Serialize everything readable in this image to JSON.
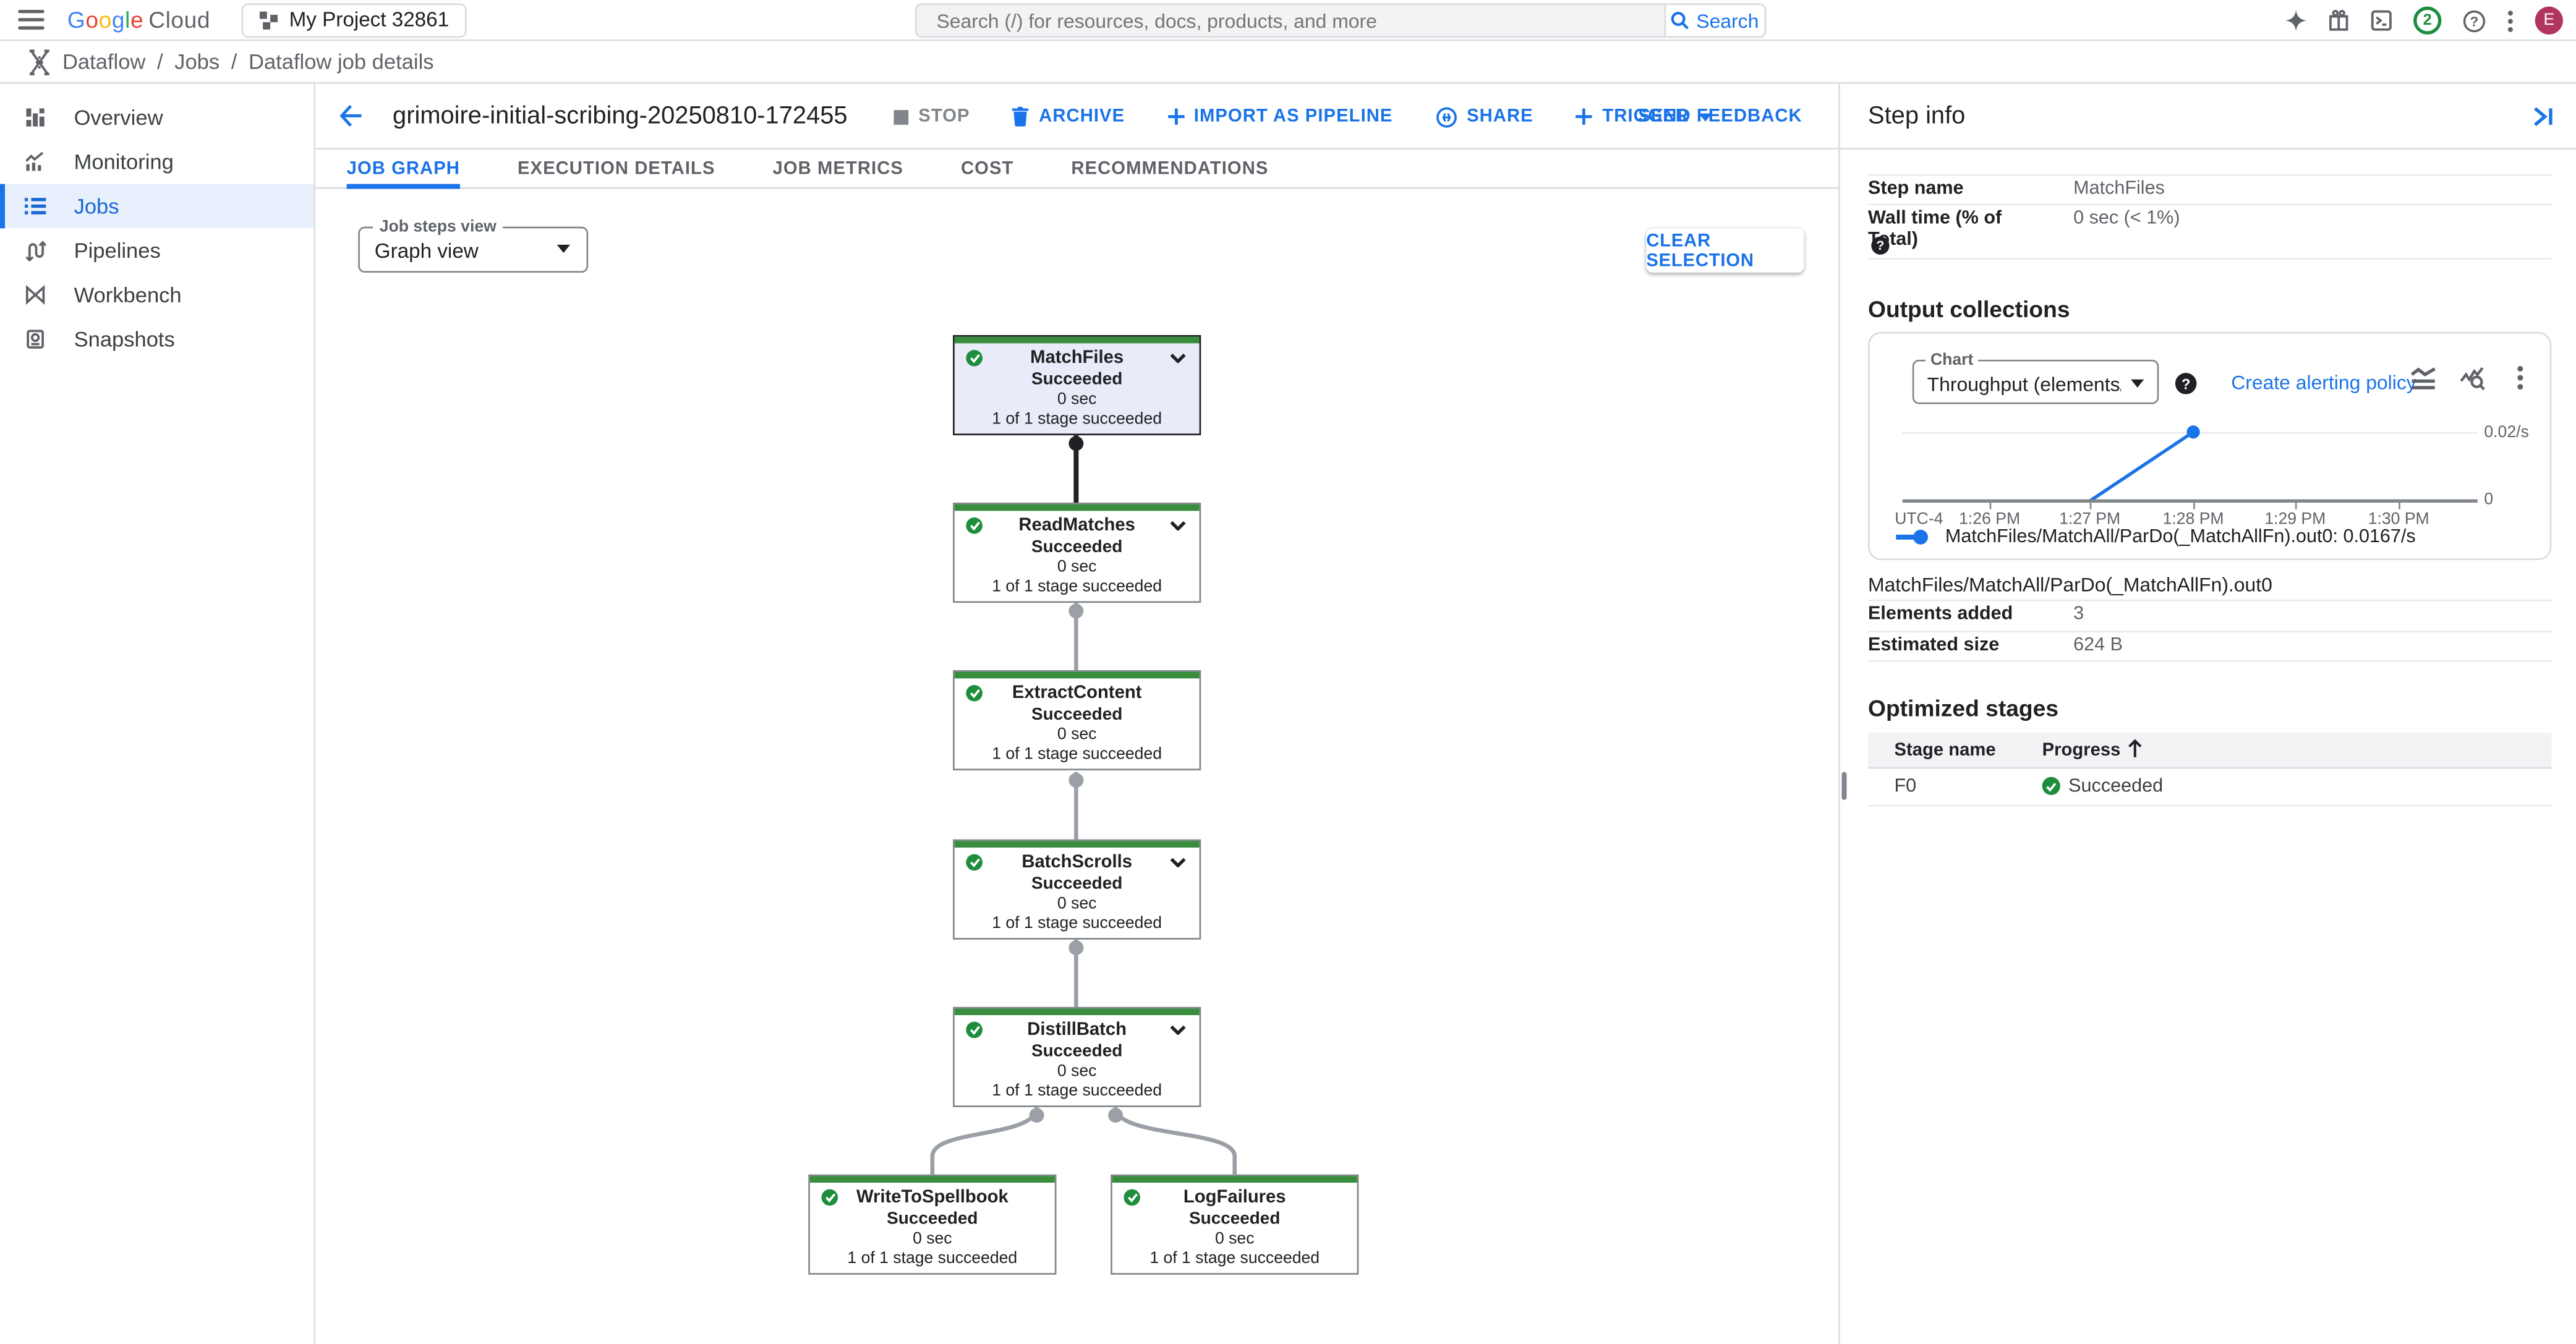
{
  "topbar": {
    "logo_google": "Google",
    "logo_cloud": "Cloud",
    "project_name": "My Project 32861",
    "search_placeholder": "Search (/) for resources, docs, products, and more",
    "search_button": "Search",
    "notification_count": "2",
    "avatar_initial": "E"
  },
  "breadcrumb": {
    "items": [
      "Dataflow",
      "Jobs",
      "Dataflow job details"
    ],
    "separator": "/"
  },
  "sidebar": {
    "items": [
      {
        "label": "Overview"
      },
      {
        "label": "Monitoring"
      },
      {
        "label": "Jobs"
      },
      {
        "label": "Pipelines"
      },
      {
        "label": "Workbench"
      },
      {
        "label": "Snapshots"
      }
    ]
  },
  "job_header": {
    "title": "grimoire-initial-scribing-20250810-172455",
    "actions": {
      "stop": "STOP",
      "archive": "ARCHIVE",
      "import_as_pipeline": "IMPORT AS PIPELINE",
      "share": "SHARE",
      "trigger": "TRIGGER",
      "send_feedback": "SEND FEEDBACK"
    }
  },
  "tabs": [
    {
      "label": "JOB GRAPH"
    },
    {
      "label": "EXECUTION DETAILS"
    },
    {
      "label": "JOB METRICS"
    },
    {
      "label": "COST"
    },
    {
      "label": "RECOMMENDATIONS"
    }
  ],
  "graph": {
    "steps_view_label": "Job steps view",
    "steps_view_value": "Graph view",
    "clear_selection": "CLEAR SELECTION",
    "nodes": [
      {
        "name": "MatchFiles",
        "status": "Succeeded",
        "duration": "0 sec",
        "stages": "1 of 1 stage succeeded"
      },
      {
        "name": "ReadMatches",
        "status": "Succeeded",
        "duration": "0 sec",
        "stages": "1 of 1 stage succeeded"
      },
      {
        "name": "ExtractContent",
        "status": "Succeeded",
        "duration": "0 sec",
        "stages": "1 of 1 stage succeeded"
      },
      {
        "name": "BatchScrolls",
        "status": "Succeeded",
        "duration": "0 sec",
        "stages": "1 of 1 stage succeeded"
      },
      {
        "name": "DistillBatch",
        "status": "Succeeded",
        "duration": "0 sec",
        "stages": "1 of 1 stage succeeded"
      },
      {
        "name": "WriteToSpellbook",
        "status": "Succeeded",
        "duration": "0 sec",
        "stages": "1 of 1 stage succeeded"
      },
      {
        "name": "LogFailures",
        "status": "Succeeded",
        "duration": "0 sec",
        "stages": "1 of 1 stage succeeded"
      }
    ]
  },
  "step_info": {
    "title": "Step info",
    "step_name_label": "Step name",
    "step_name_value": "MatchFiles",
    "wall_time_label": "Wall time (% of Total)",
    "wall_time_value": "0 sec (< 1%)"
  },
  "output_collections": {
    "heading": "Output collections",
    "chart_field_label": "Chart",
    "chart_selected": "Throughput (elements/s…",
    "create_alerting_policy": "Create alerting policy",
    "chart_data": {
      "type": "line",
      "timezone": "UTC-4",
      "x_ticks": [
        "1:26 PM",
        "1:27 PM",
        "1:28 PM",
        "1:29 PM",
        "1:30 PM"
      ],
      "y_max_label": "0.02/s",
      "y_min_label": "0",
      "ylim": [
        0,
        0.02
      ],
      "series": [
        {
          "name": "MatchFiles/MatchAll/ParDo(_MatchAllFn).out0",
          "color": "#1a73e8",
          "points": [
            {
              "x": "1:27 PM",
              "y": 0
            },
            {
              "x": "1:28 PM",
              "y": 0.0167
            }
          ]
        }
      ],
      "legend": "MatchFiles/MatchAll/ParDo(_MatchAllFn).out0: 0.0167/s"
    },
    "collection_name": "MatchFiles/MatchAll/ParDo(_MatchAllFn).out0",
    "elements_added_label": "Elements added",
    "elements_added_value": "3",
    "estimated_size_label": "Estimated size",
    "estimated_size_value": "624 B"
  },
  "optimized_stages": {
    "heading": "Optimized stages",
    "col_stage": "Stage name",
    "col_progress": "Progress",
    "rows": [
      {
        "stage": "F0",
        "progress": "Succeeded"
      }
    ]
  }
}
